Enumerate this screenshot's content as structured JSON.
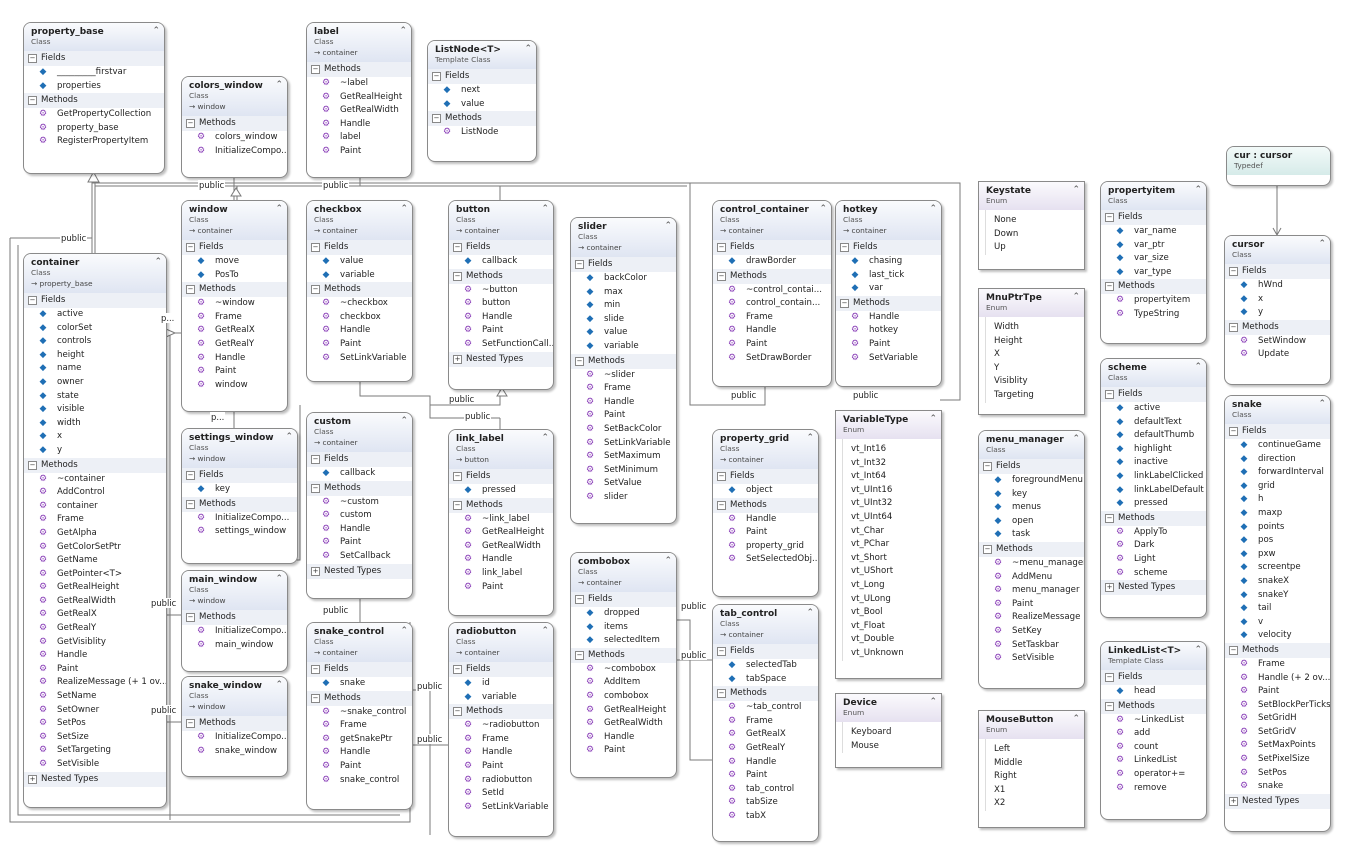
{
  "connector_label": "public",
  "connector_label_short": "p...",
  "sections": {
    "fields": "Fields",
    "methods": "Methods",
    "nested": "Nested Types"
  },
  "boxes": [
    {
      "id": "property_base",
      "name": "property_base",
      "kind": "Class",
      "base": "",
      "fields": [
        "_________firstvar",
        "properties"
      ],
      "methods": [
        "GetPropertyCollection",
        "property_base",
        "RegisterPropertyItem"
      ]
    },
    {
      "id": "colors_window",
      "name": "colors_window",
      "kind": "Class",
      "base": "window",
      "methods": [
        "colors_window",
        "InitializeCompo..."
      ]
    },
    {
      "id": "label",
      "name": "label",
      "kind": "Class",
      "base": "container",
      "methods": [
        "~label",
        "GetRealHeight",
        "GetRealWidth",
        "Handle",
        "label",
        "Paint"
      ]
    },
    {
      "id": "listnode",
      "name": "ListNode<T>",
      "kind": "Template Class",
      "base": "",
      "fields": [
        "next",
        "value"
      ],
      "methods": [
        "ListNode"
      ]
    },
    {
      "id": "window",
      "name": "window",
      "kind": "Class",
      "base": "container",
      "fields": [
        "move",
        "PosTo"
      ],
      "methods": [
        "~window",
        "Frame",
        "GetRealX",
        "GetRealY",
        "Handle",
        "Paint",
        "window"
      ]
    },
    {
      "id": "checkbox",
      "name": "checkbox",
      "kind": "Class",
      "base": "container",
      "fields": [
        "value",
        "variable"
      ],
      "methods": [
        "~checkbox",
        "checkbox",
        "Handle",
        "Paint",
        "SetLinkVariable"
      ]
    },
    {
      "id": "button",
      "name": "button",
      "kind": "Class",
      "base": "container",
      "fields": [
        "callback"
      ],
      "methods": [
        "~button",
        "button",
        "Handle",
        "Paint",
        "SetFunctionCall..."
      ],
      "nested": true
    },
    {
      "id": "slider",
      "name": "slider",
      "kind": "Class",
      "base": "container",
      "fields": [
        "backColor",
        "max",
        "min",
        "slide",
        "value",
        "variable"
      ],
      "methods": [
        "~slider",
        "Frame",
        "Handle",
        "Paint",
        "SetBackColor",
        "SetLinkVariable",
        "SetMaximum",
        "SetMinimum",
        "SetValue",
        "slider"
      ]
    },
    {
      "id": "control_container",
      "name": "control_container",
      "kind": "Class",
      "base": "container",
      "fields": [
        "drawBorder"
      ],
      "methods": [
        "~control_contai...",
        "control_contain...",
        "Frame",
        "Handle",
        "Paint",
        "SetDrawBorder"
      ]
    },
    {
      "id": "hotkey",
      "name": "hotkey",
      "kind": "Class",
      "base": "container",
      "fields": [
        "chasing",
        "last_tick",
        "var"
      ],
      "methods": [
        "Handle",
        "hotkey",
        "Paint",
        "SetVariable"
      ]
    },
    {
      "id": "keystate",
      "name": "Keystate",
      "kind": "Enum",
      "values": [
        "None",
        "Down",
        "Up"
      ]
    },
    {
      "id": "propertyitem",
      "name": "propertyitem",
      "kind": "Class",
      "base": "",
      "fields": [
        "var_name",
        "var_ptr",
        "var_size",
        "var_type"
      ],
      "methods": [
        "propertyitem",
        "TypeString"
      ]
    },
    {
      "id": "cur_typedef",
      "name": "cur : cursor",
      "kind": "Typedef"
    },
    {
      "id": "cursor",
      "name": "cursor",
      "kind": "Class",
      "base": "",
      "fields": [
        "hWnd",
        "x",
        "y"
      ],
      "methods": [
        "SetWindow",
        "Update"
      ]
    },
    {
      "id": "container",
      "name": "container",
      "kind": "Class",
      "base": "property_base",
      "fields": [
        "active",
        "colorSet",
        "controls",
        "height",
        "name",
        "owner",
        "state",
        "visible",
        "width",
        "x",
        "y"
      ],
      "methods": [
        "~container",
        "AddControl",
        "container",
        "Frame",
        "GetAlpha",
        "GetColorSetPtr",
        "GetName",
        "GetPointer<T>",
        "GetRealHeight",
        "GetRealWidth",
        "GetRealX",
        "GetRealY",
        "GetVisiblity",
        "Handle",
        "Paint",
        "RealizeMessage (+ 1 ov...",
        "SetName",
        "SetOwner",
        "SetPos",
        "SetSize",
        "SetTargeting",
        "SetVisible"
      ],
      "nested": true
    },
    {
      "id": "mnuptrtpe",
      "name": "MnuPtrTpe",
      "kind": "Enum",
      "values": [
        "Width",
        "Height",
        "X",
        "Y",
        "Visiblity",
        "Targeting"
      ]
    },
    {
      "id": "scheme",
      "name": "scheme",
      "kind": "Class",
      "base": "",
      "fields": [
        "active",
        "defaultText",
        "defaultThumb",
        "highlight",
        "inactive",
        "linkLabelClicked",
        "linkLabelDefault",
        "pressed"
      ],
      "methods": [
        "ApplyTo",
        "Dark",
        "Light",
        "scheme"
      ],
      "nested": true
    },
    {
      "id": "snake",
      "name": "snake",
      "kind": "Class",
      "base": "",
      "fields": [
        "continueGame",
        "direction",
        "forwardInterval",
        "grid",
        "h",
        "maxp",
        "points",
        "pos",
        "pxw",
        "screentpe",
        "snakeX",
        "snakeY",
        "tail",
        "v",
        "velocity"
      ],
      "methods": [
        "Frame",
        "Handle (+ 2 ov...",
        "Paint",
        "SetBlockPerTicks",
        "SetGridH",
        "SetGridV",
        "SetMaxPoints",
        "SetPixelSize",
        "SetPos",
        "snake"
      ],
      "nested": true
    },
    {
      "id": "settings_window",
      "name": "settings_window",
      "kind": "Class",
      "base": "window",
      "fields": [
        "key"
      ],
      "methods": [
        "InitializeCompo...",
        "settings_window"
      ]
    },
    {
      "id": "custom",
      "name": "custom",
      "kind": "Class",
      "base": "container",
      "fields": [
        "callback"
      ],
      "methods": [
        "~custom",
        "custom",
        "Handle",
        "Paint",
        "SetCallback"
      ],
      "nested": true
    },
    {
      "id": "link_label",
      "name": "link_label",
      "kind": "Class",
      "base": "button",
      "fields": [
        "pressed"
      ],
      "methods": [
        "~link_label",
        "GetRealHeight",
        "GetRealWidth",
        "Handle",
        "link_label",
        "Paint"
      ]
    },
    {
      "id": "property_grid",
      "name": "property_grid",
      "kind": "Class",
      "base": "container",
      "fields": [
        "object"
      ],
      "methods": [
        "Handle",
        "Paint",
        "property_grid",
        "SetSelectedObj..."
      ]
    },
    {
      "id": "variabletype",
      "name": "VariableType",
      "kind": "Enum",
      "values": [
        "vt_Int16",
        "vt_Int32",
        "vt_Int64",
        "vt_UInt16",
        "vt_UInt32",
        "vt_UInt64",
        "vt_Char",
        "vt_PChar",
        "vt_Short",
        "vt_UShort",
        "vt_Long",
        "vt_ULong",
        "vt_Bool",
        "vt_Float",
        "vt_Double",
        "vt_Unknown"
      ]
    },
    {
      "id": "menu_manager",
      "name": "menu_manager",
      "kind": "Class",
      "base": "",
      "fields": [
        "foregroundMenu",
        "key",
        "menus",
        "open",
        "task"
      ],
      "methods": [
        "~menu_manager",
        "AddMenu",
        "menu_manager",
        "Paint",
        "RealizeMessage",
        "SetKey",
        "SetTaskbar",
        "SetVisible"
      ]
    },
    {
      "id": "combobox",
      "name": "combobox",
      "kind": "Class",
      "base": "container",
      "fields": [
        "dropped",
        "items",
        "selectedItem"
      ],
      "methods": [
        "~combobox",
        "AddItem",
        "combobox",
        "GetRealHeight",
        "GetRealWidth",
        "Handle",
        "Paint"
      ]
    },
    {
      "id": "main_window",
      "name": "main_window",
      "kind": "Class",
      "base": "window",
      "methods": [
        "InitializeCompo...",
        "main_window"
      ]
    },
    {
      "id": "tab_control",
      "name": "tab_control",
      "kind": "Class",
      "base": "container",
      "fields": [
        "selectedTab",
        "tabSpace"
      ],
      "methods": [
        "~tab_control",
        "Frame",
        "GetRealX",
        "GetRealY",
        "Handle",
        "Paint",
        "tab_control",
        "tabSize",
        "tabX"
      ]
    },
    {
      "id": "linkedlist",
      "name": "LinkedList<T>",
      "kind": "Template Class",
      "base": "",
      "fields": [
        "head"
      ],
      "methods": [
        "~LinkedList",
        "add",
        "count",
        "LinkedList",
        "operator+=",
        "remove"
      ]
    },
    {
      "id": "snake_control",
      "name": "snake_control",
      "kind": "Class",
      "base": "container",
      "fields": [
        "snake"
      ],
      "methods": [
        "~snake_control",
        "Frame",
        "getSnakePtr",
        "Handle",
        "Paint",
        "snake_control"
      ]
    },
    {
      "id": "radiobutton",
      "name": "radiobutton",
      "kind": "Class",
      "base": "container",
      "fields": [
        "id",
        "variable"
      ],
      "methods": [
        "~radiobutton",
        "Frame",
        "Handle",
        "Paint",
        "radiobutton",
        "SetId",
        "SetLinkVariable"
      ]
    },
    {
      "id": "snake_window",
      "name": "snake_window",
      "kind": "Class",
      "base": "window",
      "methods": [
        "InitializeCompo...",
        "snake_window"
      ]
    },
    {
      "id": "device",
      "name": "Device",
      "kind": "Enum",
      "values": [
        "Keyboard",
        "Mouse"
      ]
    },
    {
      "id": "mousebutton",
      "name": "MouseButton",
      "kind": "Enum",
      "values": [
        "Left",
        "Middle",
        "Right",
        "X1",
        "X2"
      ]
    }
  ]
}
